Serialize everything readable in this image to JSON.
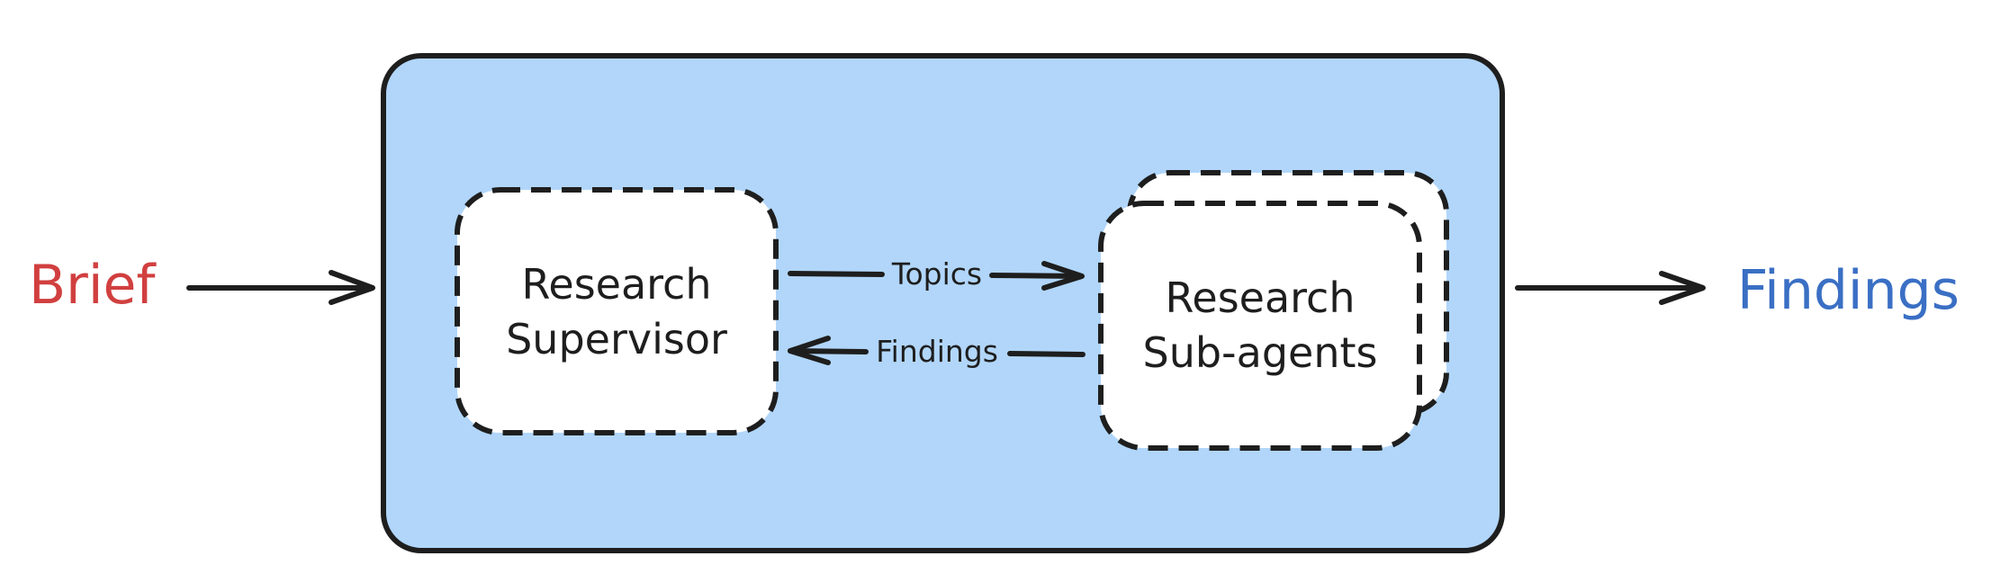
{
  "input": {
    "label": "Brief",
    "color": "#d13f3f"
  },
  "output": {
    "label": "Findings",
    "color": "#3a6fc4"
  },
  "container": {
    "fill": "#b1d6fa",
    "stroke": "#1e1e1e"
  },
  "nodes": {
    "supervisor": {
      "line1": "Research",
      "line2": "Supervisor"
    },
    "subagents": {
      "line1": "Research",
      "line2": "Sub-agents"
    }
  },
  "edges": {
    "topics": {
      "label": "Topics"
    },
    "findings": {
      "label": "Findings"
    }
  }
}
